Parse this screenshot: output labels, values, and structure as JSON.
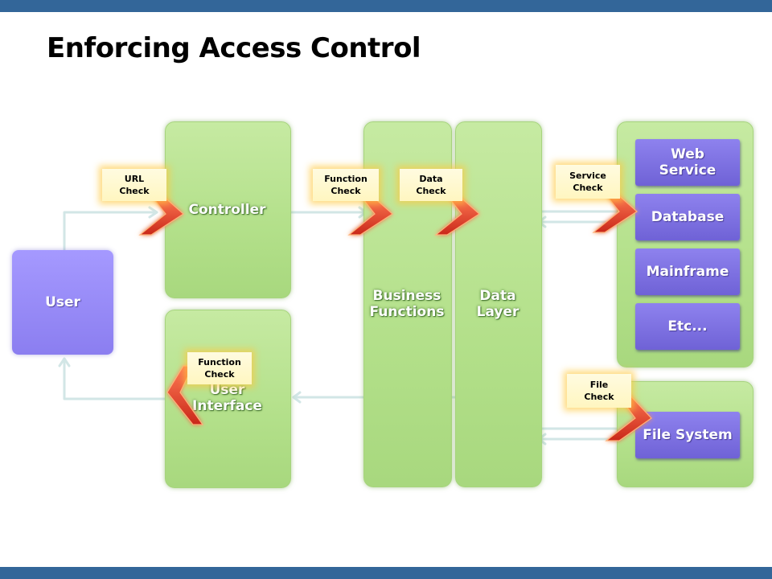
{
  "slide": {
    "title": "Enforcing Access Control",
    "colors": {
      "band": "#336699",
      "green_box": "#b3e08a",
      "purple_box": "#8b7ef0",
      "check_note": "#fff6c0",
      "check_arrow": "#e8452a"
    }
  },
  "diagram": {
    "user": {
      "label": "User"
    },
    "controller": {
      "label": "Controller"
    },
    "user_interface": {
      "label": "User\nInterface"
    },
    "business_functions": {
      "label": "Business\nFunctions"
    },
    "data_layer": {
      "label": "Data\nLayer"
    },
    "backends": [
      {
        "label": "Web\nService"
      },
      {
        "label": "Database"
      },
      {
        "label": "Mainframe"
      },
      {
        "label": "Etc..."
      }
    ],
    "file_system": {
      "label": "File System"
    },
    "checks": {
      "url": "URL\nCheck",
      "function_top": "Function\nCheck",
      "data": "Data\nCheck",
      "service": "Service\nCheck",
      "function_ui": "Function\nCheck",
      "file": "File\nCheck"
    },
    "icons": {
      "arrow": "connector-arrow",
      "check_marker": "chevron-arrow"
    }
  }
}
